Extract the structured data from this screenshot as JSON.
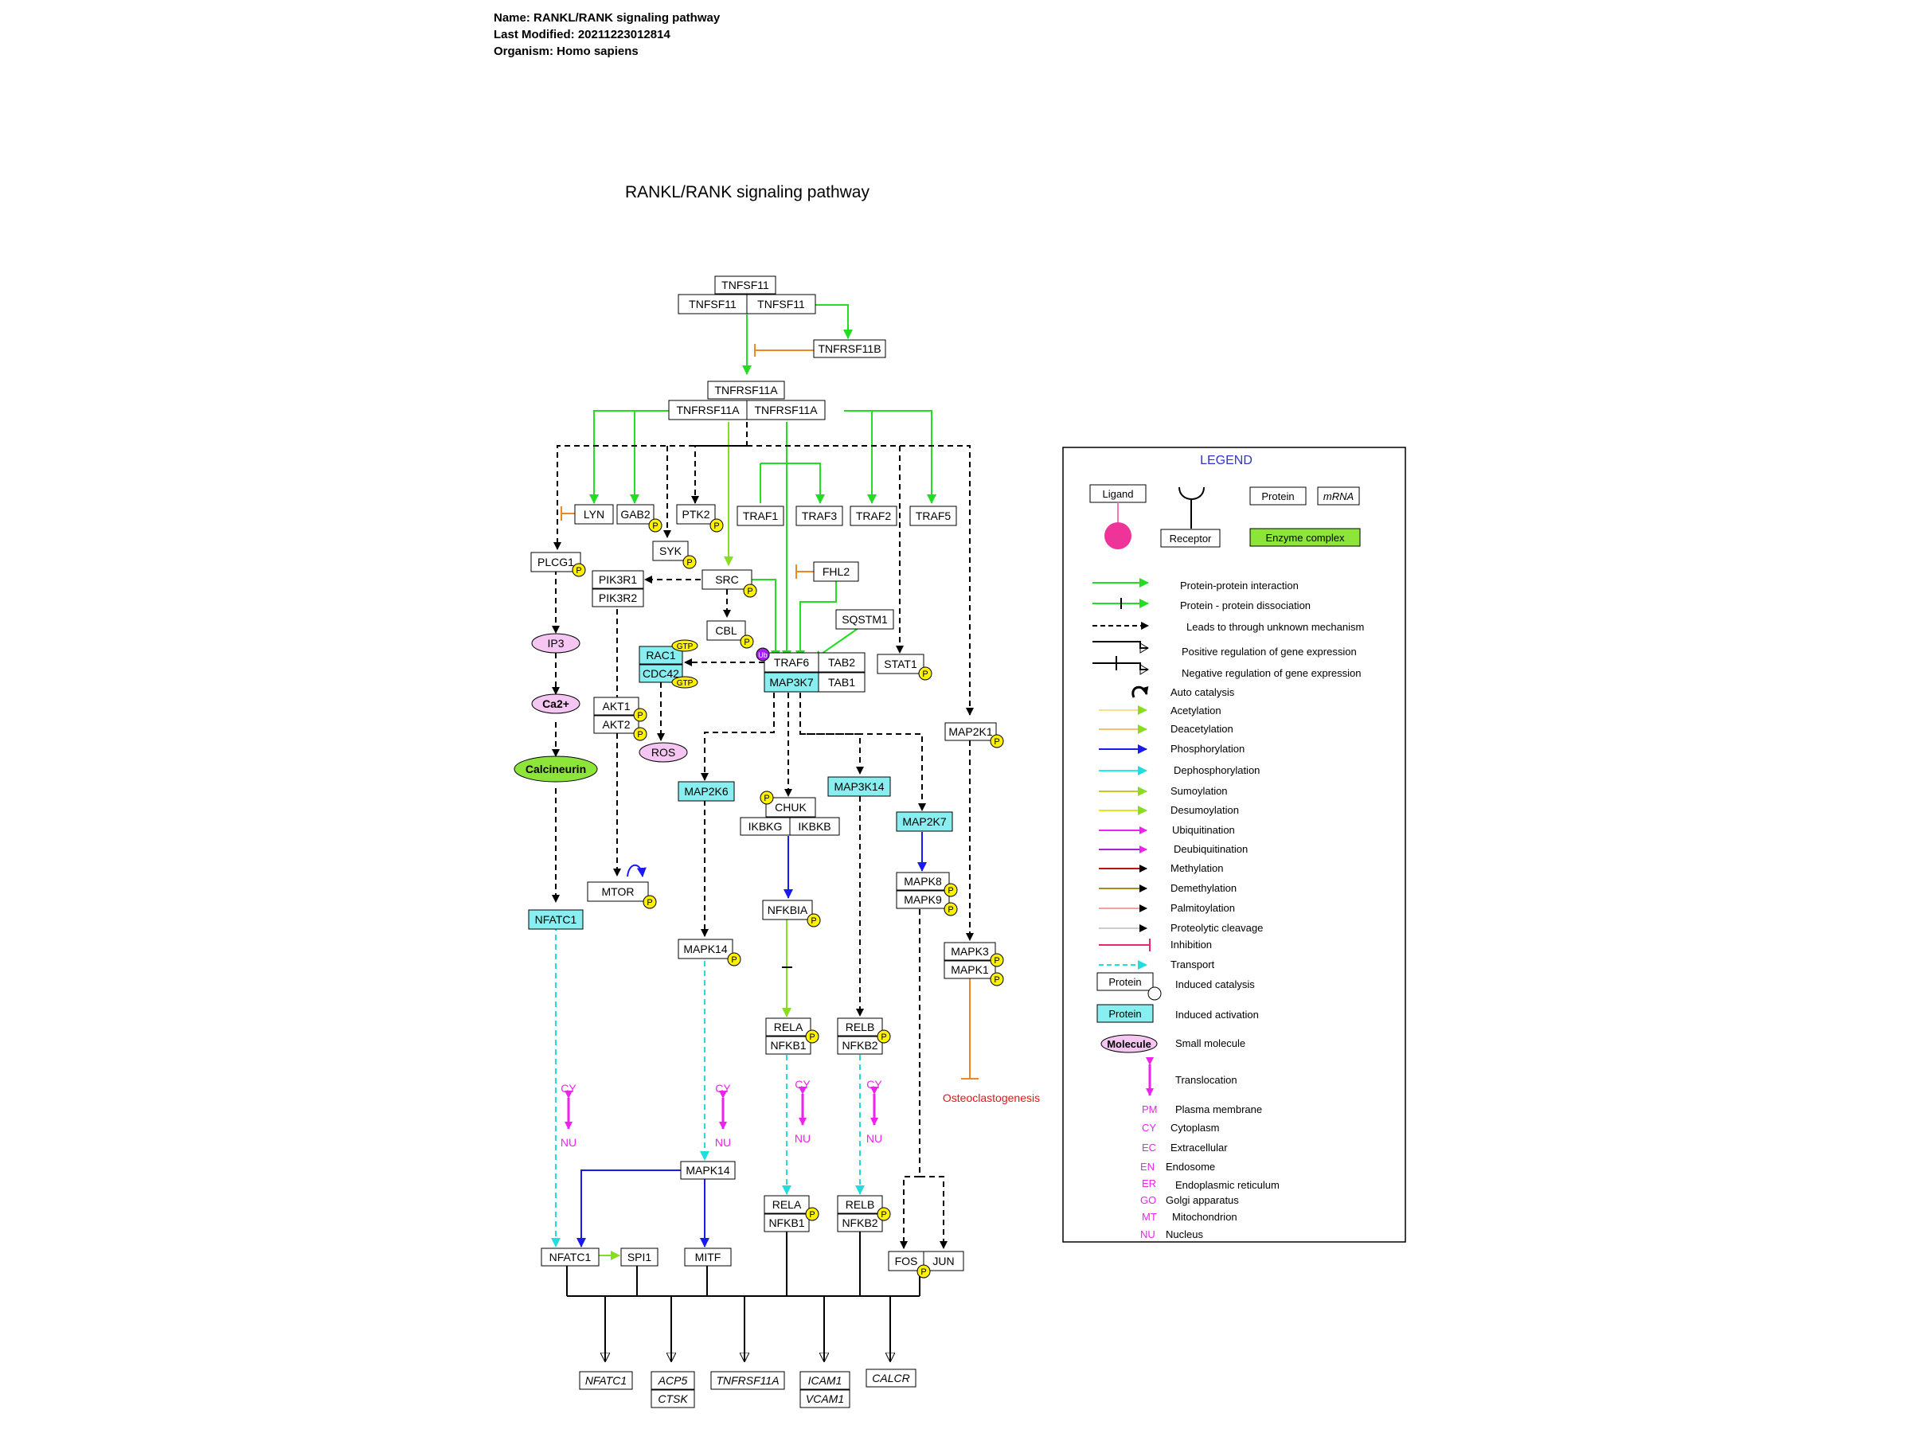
{
  "header": {
    "name_line": "Name: RANKL/RANK signaling pathway",
    "modified_line": "Last Modified: 20211223012814",
    "organism_line": "Organism: Homo sapiens"
  },
  "title": "RANKL/RANK signaling pathway",
  "nodes": {
    "TNFSF11_top": "TNFSF11",
    "TNFSF11_l": "TNFSF11",
    "TNFSF11_r": "TNFSF11",
    "TNFRSF11B": "TNFRSF11B",
    "TNFRSF11A_top": "TNFRSF11A",
    "TNFRSF11A_l": "TNFRSF11A",
    "TNFRSF11A_r": "TNFRSF11A",
    "LYN": "LYN",
    "GAB2": "GAB2",
    "PTK2": "PTK2",
    "SYK": "SYK",
    "TRAF1": "TRAF1",
    "TRAF3": "TRAF3",
    "TRAF2": "TRAF2",
    "TRAF5": "TRAF5",
    "PLCG1": "PLCG1",
    "PIK3R1": "PIK3R1",
    "PIK3R2": "PIK3R2",
    "SRC": "SRC",
    "FHL2": "FHL2",
    "CBL": "CBL",
    "SQSTM1": "SQSTM1",
    "RAC1": "RAC1",
    "CDC42": "CDC42",
    "TRAF6": "TRAF6",
    "TAB2": "TAB2",
    "MAP3K7": "MAP3K7",
    "TAB1": "TAB1",
    "STAT1": "STAT1",
    "AKT1": "AKT1",
    "AKT2": "AKT2",
    "MAP2K1": "MAP2K1",
    "MAP2K6": "MAP2K6",
    "CHUK": "CHUK",
    "IKBKG": "IKBKG",
    "IKBKB": "IKBKB",
    "MAP3K14": "MAP3K14",
    "MAP2K7": "MAP2K7",
    "MTOR": "MTOR",
    "MAPK8": "MAPK8",
    "MAPK9": "MAPK9",
    "NFATC1_a": "NFATC1",
    "NFKBIA": "NFKBIA",
    "MAPK14_a": "MAPK14",
    "MAPK3": "MAPK3",
    "MAPK1": "MAPK1",
    "RELA_a": "RELA",
    "NFKB1_a": "NFKB1",
    "RELB_a": "RELB",
    "NFKB2_a": "NFKB2",
    "MAPK14_b": "MAPK14",
    "RELA_b": "RELA",
    "NFKB1_b": "NFKB1",
    "RELB_b": "RELB",
    "NFKB2_b": "NFKB2",
    "NFATC1_b": "NFATC1",
    "SPI1": "SPI1",
    "MITF": "MITF",
    "FOS": "FOS",
    "JUN": "JUN"
  },
  "molecules": {
    "IP3": "IP3",
    "Ca2": "Ca2+",
    "ROS": "ROS",
    "Calcineurin": "Calcineurin"
  },
  "genes": {
    "NFATC1": "NFATC1",
    "ACP5": "ACP5",
    "CTSK": "CTSK",
    "TNFRSF11A": "TNFRSF11A",
    "ICAM1": "ICAM1",
    "VCAM1": "VCAM1",
    "CALCR": "CALCR"
  },
  "labels": {
    "phospho": "P",
    "gtp": "GTP",
    "ub": "Ub",
    "cy": "CY",
    "nu": "NU",
    "osteo": "Osteoclastogenesis"
  },
  "legend": {
    "title": "LEGEND",
    "ligand": "Ligand",
    "receptor": "Receptor",
    "protein": "Protein",
    "mrna": "mRNA",
    "enzyme": "Enzyme complex",
    "edges": [
      "Protein-protein interaction",
      "Protein - protein dissociation",
      "Leads to through unknown mechanism",
      "Positive regulation of gene expression",
      "Negative regulation of gene expression",
      "Auto catalysis",
      "Acetylation",
      "Deacetylation",
      "Phosphorylation",
      "Dephosphorylation",
      "Sumoylation",
      "Desumoylation",
      "Ubiquitination",
      "Deubiquitination",
      "Methylation",
      "Demethylation",
      "Palmitoylation",
      "Proteolytic cleavage",
      "Inhibition",
      "Transport"
    ],
    "induced_catalysis": "Induced catalysis",
    "induced_activation": "Induced activation",
    "small_molecule": "Small molecule",
    "molecule": "Molecule",
    "translocation": "Translocation",
    "compartments": [
      {
        "code": "PM",
        "name": "Plasma membrane"
      },
      {
        "code": "CY",
        "name": "Cytoplasm"
      },
      {
        "code": "EC",
        "name": "Extracellular"
      },
      {
        "code": "EN",
        "name": "Endosome"
      },
      {
        "code": "ER",
        "name": "Endoplasmic reticulum"
      },
      {
        "code": "GO",
        "name": "Golgi apparatus"
      },
      {
        "code": "MT",
        "name": "Mitochondrion"
      },
      {
        "code": "NU",
        "name": "Nucleus"
      }
    ]
  },
  "colors": {
    "ppi": "#22dd22",
    "phospho": "#1a1aee",
    "transport": "#22dddd",
    "inhibit_orange": "#ee8822",
    "magenta": "#ee22ee",
    "activation": "#88dd22",
    "molecule": "#f5c6f2",
    "calcineurin": "#8de53a",
    "cyan_box": "#88eef0",
    "pbadge": "#fff200",
    "legend_title": "#3333cc",
    "osteo": "#ee1111"
  }
}
